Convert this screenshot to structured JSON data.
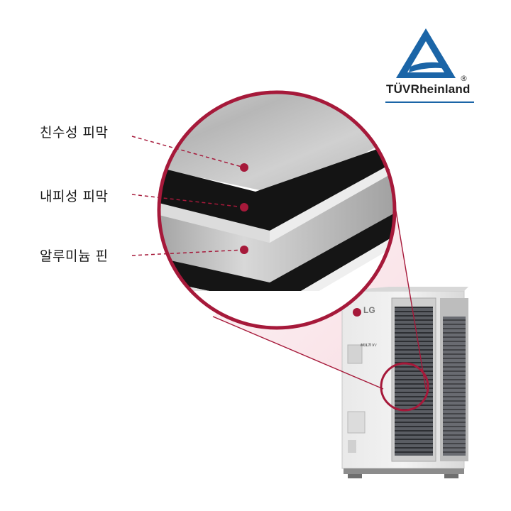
{
  "layers": [
    {
      "label": "친수성 피막"
    },
    {
      "label": "내피성 피막"
    },
    {
      "label": "알루미늄 핀"
    }
  ],
  "certification": {
    "logo_icon": "tuv-rheinland-triangle-icon",
    "text": "TÜVRheinland",
    "registered_mark": "®"
  },
  "product": {
    "brand": "LG",
    "model_badge": "MULTI V i"
  },
  "colors": {
    "accent": "#a6193a",
    "tuv_blue": "#1b65a7"
  }
}
